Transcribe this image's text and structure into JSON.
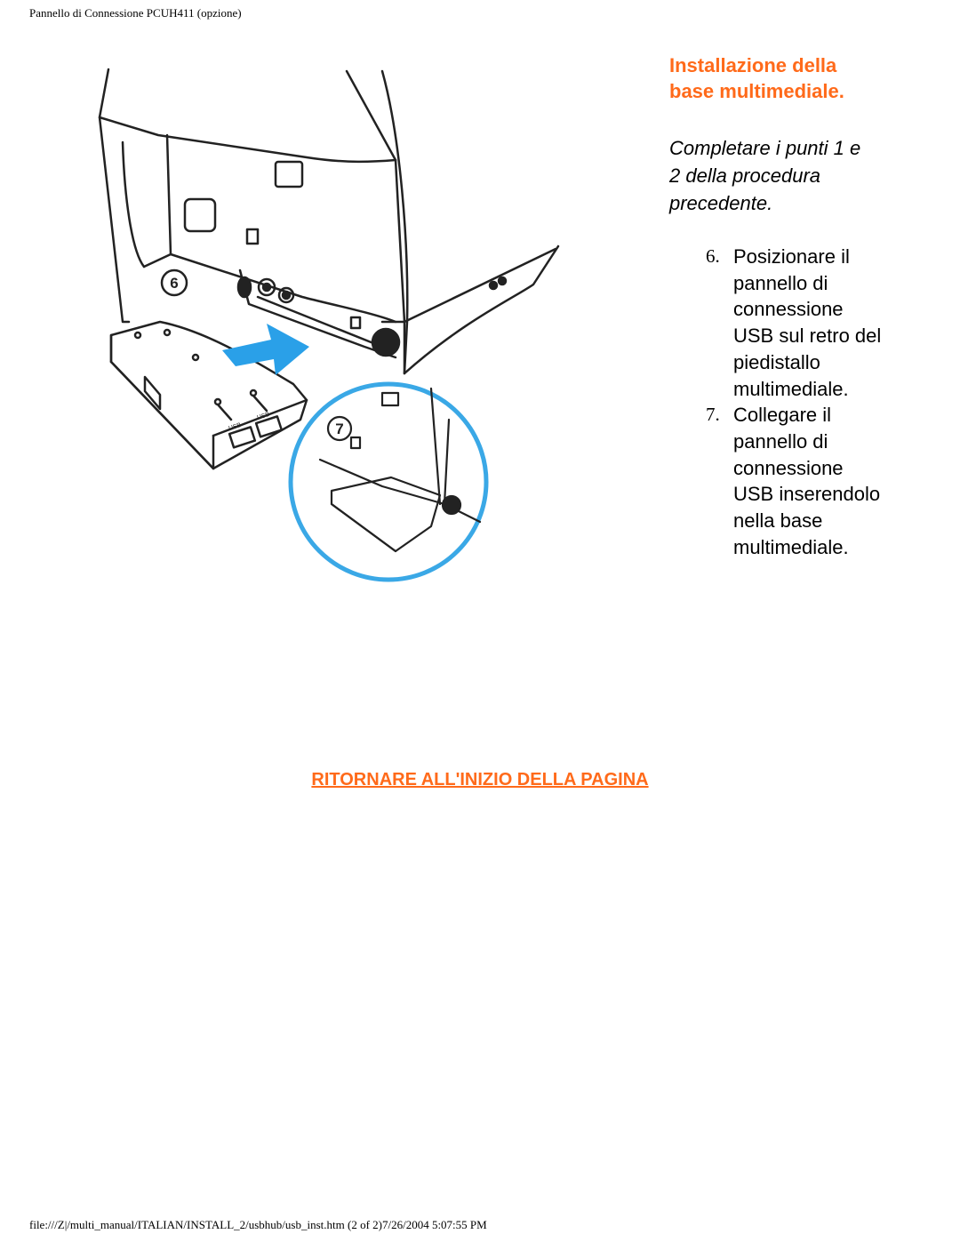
{
  "header": {
    "text": "Pannello di Connessione PCUH411 (opzione)"
  },
  "figure": {
    "callouts": [
      "6",
      "7"
    ],
    "port_labels": [
      "USB",
      "USB"
    ],
    "arrow_color": "#2aa0e8",
    "circle_color": "#3aa8e6"
  },
  "section": {
    "title_line1": "Installazione della",
    "title_line2": "base multimediale.",
    "intro_line1": "Completare i punti 1 e",
    "intro_line2": "2 della procedura",
    "intro_line3": "precedente."
  },
  "steps": [
    {
      "number": "6.",
      "lines": [
        "Posizionare il",
        "pannello di",
        "connessione",
        "USB sul retro del",
        "piedistallo",
        "multimediale."
      ]
    },
    {
      "number": "7.",
      "lines": [
        "Collegare il",
        "pannello di",
        "connessione",
        "USB inserendolo",
        "nella base",
        "multimediale."
      ]
    }
  ],
  "back_link": {
    "label": "RITORNARE ALL'INIZIO DELLA PAGINA"
  },
  "footer": {
    "text": "file:///Z|/multi_manual/ITALIAN/INSTALL_2/usbhub/usb_inst.htm (2 of 2)7/26/2004 5:07:55 PM"
  },
  "colors": {
    "accent": "#ff6a1a"
  }
}
